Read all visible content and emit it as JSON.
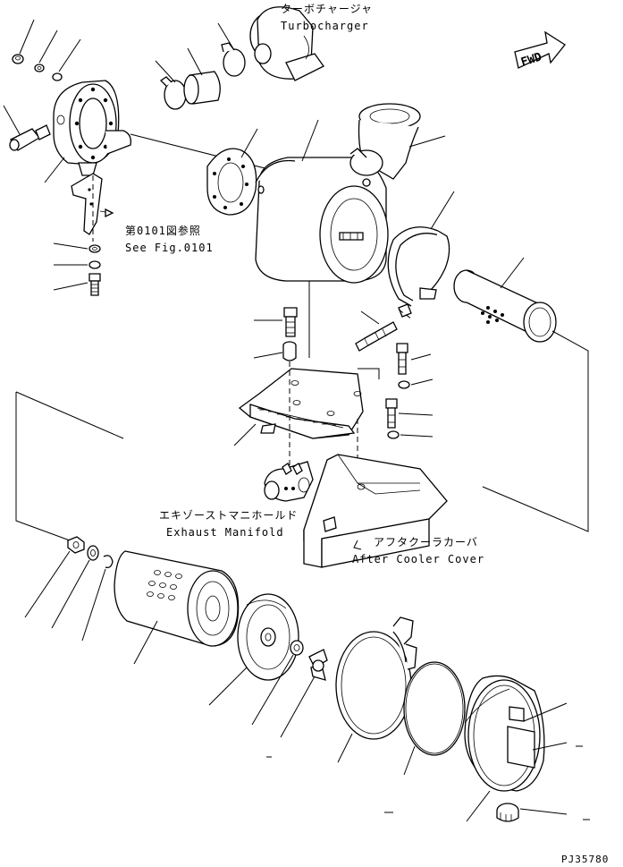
{
  "labels": {
    "turbocharger_jp": "ターボチャージャ",
    "turbocharger_en": "Turbocharger",
    "see_fig_jp": "第0101図参照",
    "see_fig_en": "See Fig.0101",
    "exhaust_manifold_jp": "エキゾーストマニホールド",
    "exhaust_manifold_en": "Exhaust Manifold",
    "after_cooler_jp": "アフタクーラカーバ",
    "after_cooler_en": "After Cooler Cover",
    "fwd": "FWD",
    "drawing_number": "PJ35780"
  }
}
